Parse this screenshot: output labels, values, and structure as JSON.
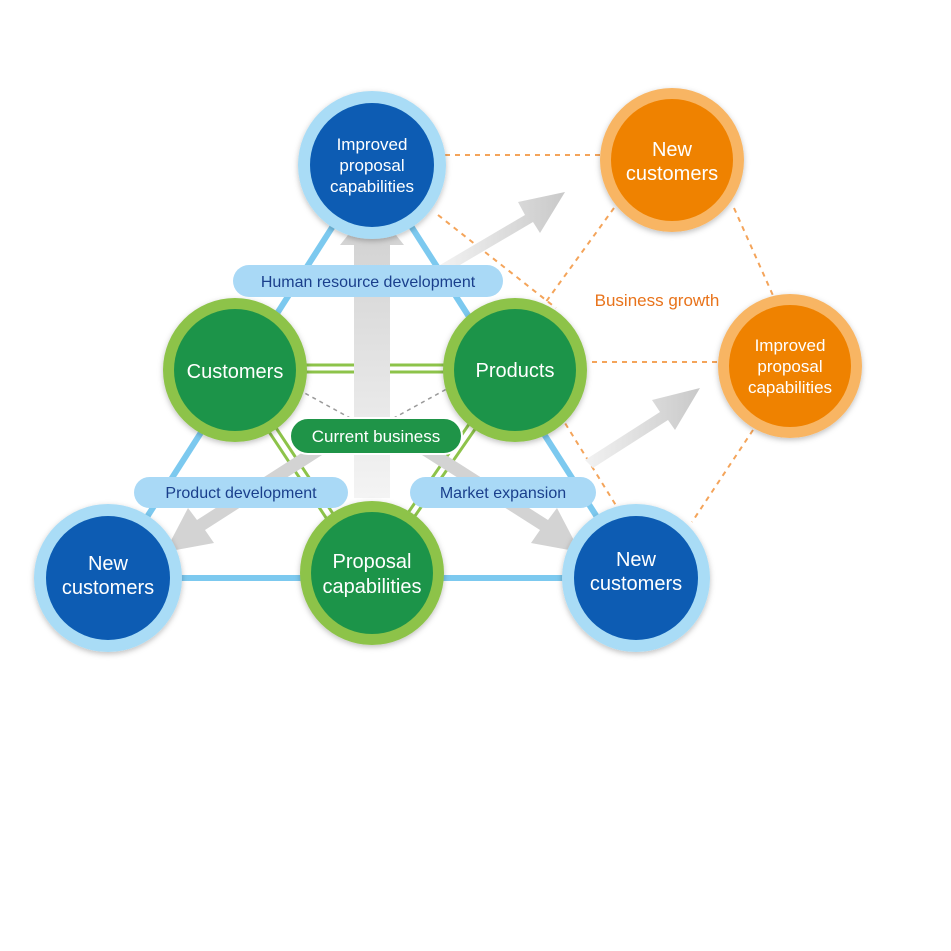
{
  "colors": {
    "blue_node": "#0a5cb3",
    "blue_ring": "#a9dcf6",
    "green_node": "#1f9448",
    "green_ring": "#8dc34a",
    "orange_node": "#ef8200",
    "orange_ring": "#f8b563",
    "line_blue": "#7cc9ef",
    "pill_blue": "#a9d9f6",
    "pill_text": "#1a3f8c",
    "growth_text": "#e8731b",
    "arrow_grey": "#d6d6d6"
  },
  "nodes": {
    "top_improved": [
      "Improved",
      "proposal",
      "capabilities"
    ],
    "customers": [
      "Customers"
    ],
    "products": [
      "Products"
    ],
    "proposal": [
      "Proposal",
      "capabilities"
    ],
    "left_new": [
      "New",
      "customers"
    ],
    "right_new": [
      "New",
      "customers"
    ],
    "orange_new": [
      "New",
      "customers"
    ],
    "orange_improved": [
      "Improved",
      "proposal",
      "capabilities"
    ]
  },
  "labels": {
    "human_resource": "Human resource development",
    "current_business": "Current business",
    "product_development": "Product development",
    "market_expansion": "Market expansion",
    "business_growth": "Business growth"
  }
}
